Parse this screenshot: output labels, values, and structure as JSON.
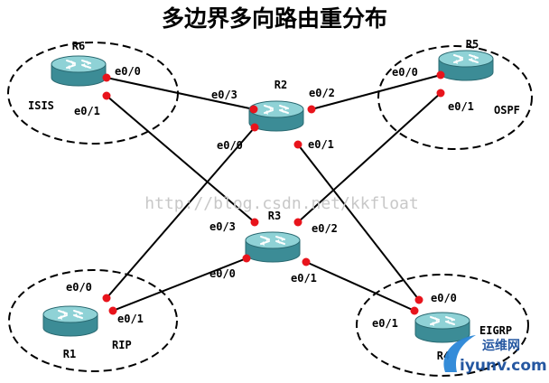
{
  "title": "多边界多向路由重分布",
  "watermark": "http://blog.csdn.net/kkfloat",
  "logo": {
    "cn": "运维网",
    "en": "iyunv.com"
  },
  "colors": {
    "port": "#e8141c",
    "router_top": "#7ec8cc",
    "router_body": "#3c8c96",
    "link": "#000000"
  },
  "routers": {
    "r6": {
      "name": "R6",
      "domain": "ISIS"
    },
    "r5": {
      "name": "R5",
      "domain": "OSPF"
    },
    "r2": {
      "name": "R2"
    },
    "r3": {
      "name": "R3"
    },
    "r1": {
      "name": "R1",
      "domain": "RIP"
    },
    "r4": {
      "name": "R4",
      "domain": "EIGRP"
    }
  },
  "interfaces": {
    "r6_e00": "e0/0",
    "r6_e01": "e0/1",
    "r5_e00": "e0/0",
    "r5_e01": "e0/1",
    "r2_e03": "e0/3",
    "r2_e02": "e0/2",
    "r2_e00": "e0/0",
    "r2_e01": "e0/1",
    "r3_e03": "e0/3",
    "r3_e02": "e0/2",
    "r3_e00": "e0/0",
    "r3_e01": "e0/1",
    "r1_e00": "e0/0",
    "r1_e01": "e0/1",
    "r4_e00": "e0/0",
    "r4_e01": "e0/1"
  }
}
